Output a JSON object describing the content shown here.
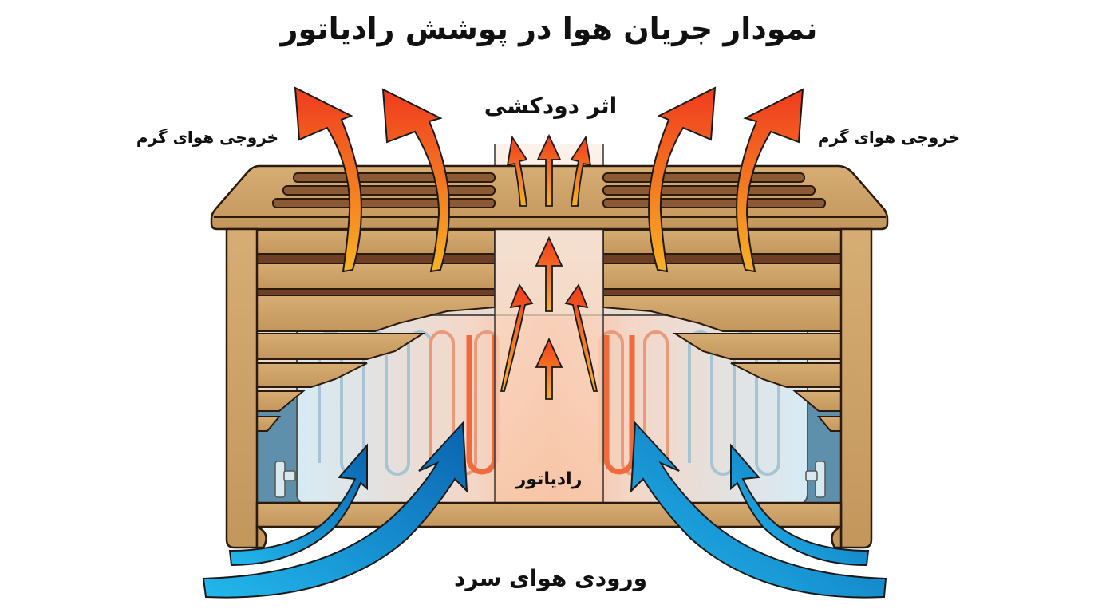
{
  "title": "نمودار جریان هوا در پوشش رادیاتور",
  "labels": {
    "chimney_effect": "اثر دودکشی",
    "warm_air_out_left": "خروجی هوای گرم",
    "warm_air_out_right": "خروجی هوای گرم",
    "radiator": "رادیاتور",
    "cold_air_in": "ورودی هوای سرد"
  },
  "colors": {
    "wood_light": "#d2a86e",
    "wood_mid": "#b8874f",
    "wood_dark": "#7a4a2e",
    "warm_arrow_top": "#f0421f",
    "warm_arrow_bottom": "#f7a21b",
    "cold_arrow_top": "#0b6bb8",
    "cold_arrow_bottom": "#19b3e8",
    "radiator_cold": "#cfe6f2",
    "radiator_hot": "#f27a48",
    "outline": "#1a1a1a"
  },
  "icons": {
    "warm_air_arrow": "curved-arrow-up-orange",
    "cold_air_arrow": "curved-arrow-up-blue",
    "valve": "radiator-valve"
  }
}
